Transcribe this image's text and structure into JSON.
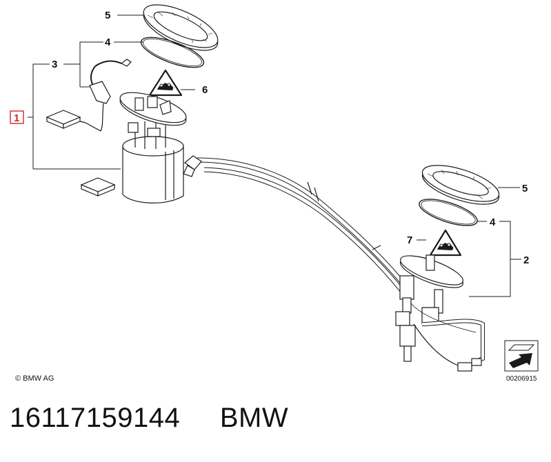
{
  "callouts": {
    "c1": "1",
    "c2": "2",
    "c3": "3",
    "c4a": "4",
    "c4b": "4",
    "c5a": "5",
    "c5b": "5",
    "c6": "6",
    "c7": "7"
  },
  "copyright": "© BMW AG",
  "reference_number": "00206915",
  "part_number": "16117159144",
  "brand": "BMW",
  "colors": {
    "line": "#1a1a1a",
    "highlight": "#d0252a",
    "part_fill": "#ffffff"
  }
}
